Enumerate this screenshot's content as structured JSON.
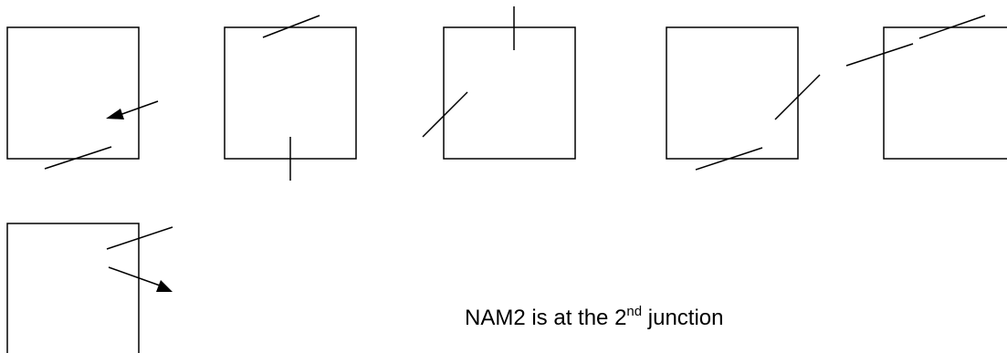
{
  "caption": {
    "prefix": "NAM2 is at the 2",
    "superscript": "nd",
    "suffix": " junction"
  },
  "colors": {
    "ink": "#000000",
    "background": "#ffffff"
  }
}
